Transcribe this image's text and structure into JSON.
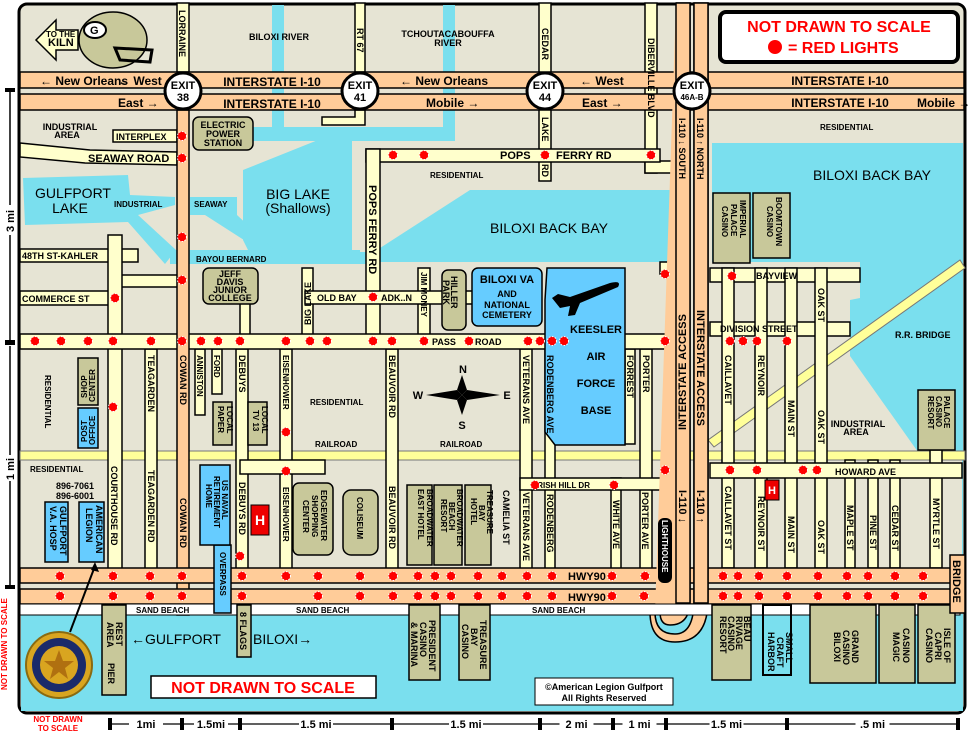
{
  "colors": {
    "land": "#e6e4d4",
    "water": "#7adfee",
    "road": "#ffffcc",
    "highway": "#ffcc99",
    "landmark": "#c8c89a",
    "facility": "#66ccff",
    "red_light": "#ff0000"
  },
  "legend": {
    "line1": "NOT DRAWN TO SCALE",
    "line2": "= RED LIGHTS",
    "icon": "red-light-icon"
  },
  "kiln": [
    "TO THE",
    "KILN"
  ],
  "interstate": {
    "name": "INTERSTATE I-10",
    "new_orleans": "← New Orleans",
    "west": "← West",
    "east": "East →",
    "mobile": "Mobile →"
  },
  "exits": [
    {
      "line1": "EXIT",
      "line2": "38"
    },
    {
      "line1": "EXIT",
      "line2": "41"
    },
    {
      "line1": "EXIT",
      "line2": "44"
    },
    {
      "line1": "EXIT",
      "line2": "46A-B"
    }
  ],
  "north": {
    "biloxi_river": "BILOXI RIVER",
    "tchouta": [
      "TCHOUTACABOUFFA",
      "RIVER"
    ],
    "lorraine": "LORRAINE",
    "rt67": "RT 67",
    "cedar": "CEDAR",
    "lake_rd": [
      "LAKE",
      "RD"
    ],
    "diberville": "DIBERVILLE BLVD",
    "industrial_area": [
      "INDUSTRIAL",
      "AREA"
    ],
    "interplex": "INTERPLEX",
    "seaway_road": "SEAWAY ROAD",
    "power_station": [
      "ELECTRIC",
      "POWER",
      "STATION"
    ],
    "gulfport_lake": [
      "GULFPORT",
      "LAKE"
    ],
    "industrial": "INDUSTRIAL",
    "seaway": "SEAWAY",
    "big_lake": [
      "BIG LAKE",
      "(Shallows)"
    ],
    "residential": "RESIDENTIAL",
    "pops": "POPS",
    "ferry_rd": "FERRY RD",
    "pops_ferry_rd": "POPS FERRY RD",
    "back_bay": "BILOXI BACK BAY",
    "kahler": "48TH ST-KAHLER",
    "bayou_bernard": "BAYOU BERNARD",
    "jeff_davis": [
      "JEFF",
      "DAVIS",
      "JUNIOR",
      "COLLEGE"
    ],
    "commerce": "COMMERCE ST",
    "big_lake_rd": "BIG LAKE",
    "old_bay": "OLD BAY",
    "adkn": "ADK..N",
    "jim_money": "JIM MONEY",
    "hiller_park": [
      "HILLER",
      "PARK"
    ],
    "biloxi_va": [
      "BILOXI VA",
      "AND",
      "NATIONAL",
      "CEMETERY"
    ],
    "keesler": [
      "KEESLER",
      "AIR",
      "FORCE",
      "BASE"
    ],
    "i110_south": "I-110 ↓ SOUTH",
    "i110_north": "I-110 ↑ NORTH",
    "imperial": [
      "IMPERIAL",
      "PALACE",
      "CASINO"
    ],
    "boomtown": [
      "BOOMTOWN",
      "CASINO"
    ],
    "bayview": "BAYVIEW",
    "division": "DIVISION STREET",
    "oak_st": "OAK ST",
    "rr_bridge": "R.R. BRIDGE",
    "pass_road": [
      "PASS",
      "ROAD"
    ]
  },
  "middle": {
    "residential": "RESIDENTIAL",
    "shop_center": [
      "SHOP",
      "CENTER"
    ],
    "post_office": [
      "POST",
      "OFFICE"
    ],
    "teagarden": "TEAGARDEN",
    "cowan": "COWAN RD",
    "anniston": "ANNISTON",
    "ford": "FORD",
    "debuys": "DEBUYS",
    "local_paper": [
      "LOCAL",
      "PAPER"
    ],
    "local_tv": [
      "LOCAL",
      "TV 13"
    ],
    "eisenhower": "EISENHOWER",
    "beauvoir": "BEAUVOIR RD",
    "railroad": "RAILROAD",
    "compass": {
      "n": "N",
      "s": "S",
      "e": "E",
      "w": "W"
    },
    "veterans": "VETERANS AVE",
    "rodenberg": "RODENBERG AVE",
    "forrest": "FORREST",
    "porter": "PORTER",
    "interstate_access": "INTERSTATE ACCESS",
    "caillavet": "CAILLAVET",
    "reynoir": "REYNOIR",
    "main": "MAIN ST",
    "industrial_area": [
      "INDUSTRIAL",
      "AREA"
    ],
    "palace": [
      "PALACE",
      "CASINO",
      "RESORT"
    ],
    "howard": "HOWARD AVE",
    "irish_hill": "IRISH HILL DR"
  },
  "south": {
    "phone": [
      "896-7061",
      "896-6001"
    ],
    "va_hosp": [
      "GULFPORT",
      "V.A. HOSP"
    ],
    "legion": [
      "AMERICAN",
      "LEGION"
    ],
    "courthouse": "COURTHOUSE RD",
    "teagarden": "TEAGARDEN RD",
    "cowan": "COWAN RD",
    "naval_home": [
      "US NAVAL",
      "RETIREMENT",
      "HOME"
    ],
    "debuys": "DEBUYS RD",
    "hospital": "H",
    "eisenhower": "EISENHOWER",
    "edgewater": [
      "EDGEWATER",
      "SHOPPING",
      "CENTER"
    ],
    "coliseum": "COLISEUM",
    "beauvoir": "BEAUVOIR RD",
    "broadwater_resort": [
      "BROADWATER",
      "BEACH",
      "RESORT"
    ],
    "broadwater_east": [
      "BROADWATER",
      "EAST HOTEL"
    ],
    "treasure_hotel": [
      "TREASURE",
      "BAY",
      "HOTEL"
    ],
    "camelia": "CAMELIA ST",
    "veterans": "VETERANS AVE",
    "rodenberg": "RODENBERG",
    "white": "WHITE AVE",
    "porter": "PORTER AVE",
    "lighthouse": "LIGHTHOUSE",
    "i110_s": "I-110 ↓",
    "i110_n": "I-110 ↑",
    "caillavet": "CAILLAVET ST",
    "reynoir": "REYNOIR ST",
    "main": "MAIN ST",
    "oak": "OAK ST",
    "maple": "MAPLE ST",
    "pine": "PINE ST",
    "cedar": "CEDAR ST",
    "myrtle": "MYRTLE ST",
    "hwy90": "HWY90",
    "bridge": "BRIDGE",
    "sand_beach": "SAND BEACH",
    "overpass": "OVERPASS",
    "rest_area": [
      "REST",
      "AREA"
    ],
    "pier": "PIER",
    "gulfport": "←GULFPORT",
    "biloxi": "BILOXI→",
    "eight_flags": "8 FLAGS",
    "president": [
      "PRESIDENT",
      "CASINO",
      "& MARINA"
    ],
    "treasure_casino": [
      "TREASURE",
      "BAY",
      "CASINO"
    ],
    "beau_rivage": [
      "BEAU",
      "RIVAGE",
      "CASINO",
      "RESORT"
    ],
    "harbor": [
      "SMALL",
      "CRAFT",
      "HARBOR"
    ],
    "grand": [
      "GRAND",
      "CASINO",
      "BILOXI"
    ],
    "magic": [
      "CASINO",
      "MAGIC"
    ],
    "capri": [
      "ISLE OF",
      "CAPRI",
      "CASINO"
    ],
    "not_to_scale": "NOT DRAWN TO SCALE",
    "copyright": [
      "©American Legion Gulfport",
      "All Rights Reserved"
    ]
  },
  "scale": {
    "left": [
      "3 mi",
      "1 mi"
    ],
    "bottom": [
      "1mi",
      "1.5mi",
      "1.5 mi",
      "1.5 mi",
      "2 mi",
      "1 mi",
      "1.5 mi",
      ".5 mi"
    ],
    "not_to_scale_side": "NOT DRAWN TO SCALE",
    "not_to_scale_corner": [
      "NOT DRAWN",
      "TO SCALE"
    ]
  }
}
